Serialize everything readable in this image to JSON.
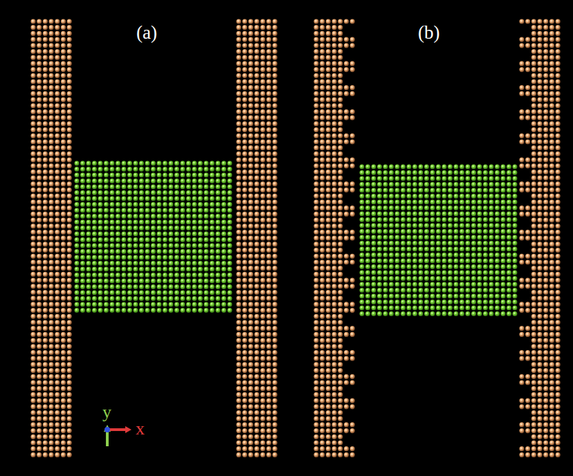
{
  "diagram": {
    "labels": [
      "(a)",
      "(b)",
      "y",
      "x"
    ]
  }
}
